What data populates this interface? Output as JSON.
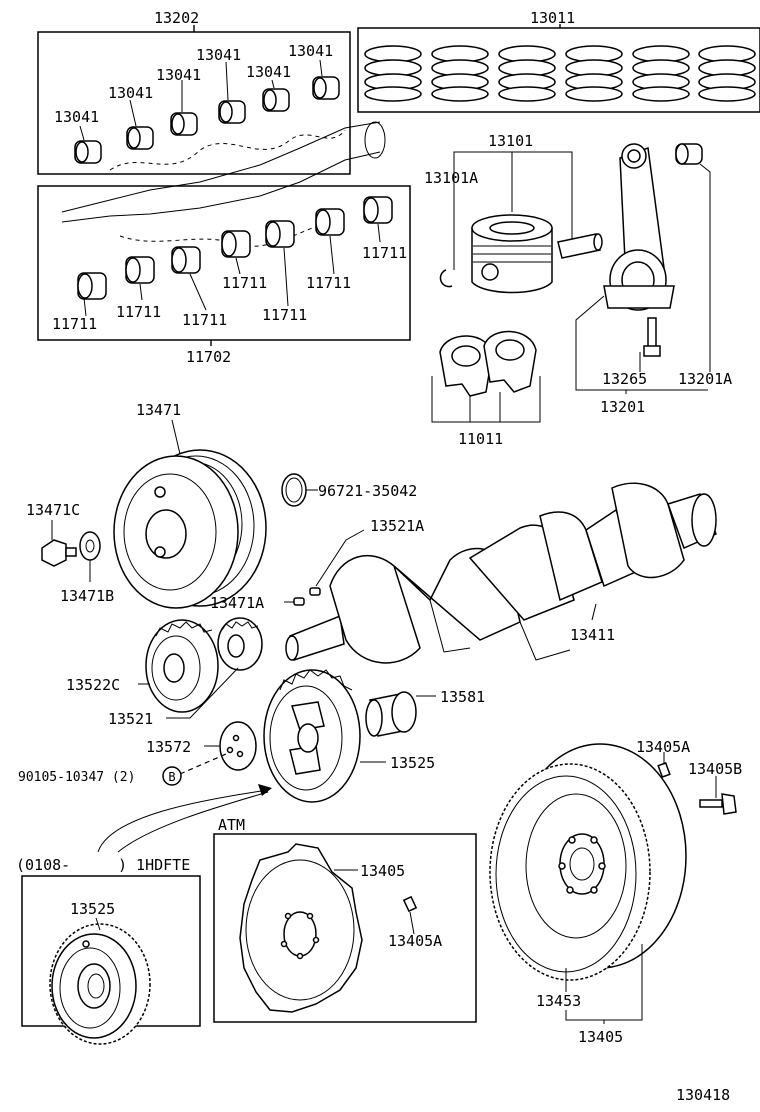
{
  "labels": {
    "crank_bearing_set_upper": "13202",
    "piston_ring_set": "13011",
    "bearing_upper_a": "13041",
    "bearing_upper_b": "13041",
    "bearing_upper_c": "13041",
    "bearing_upper_d": "13041",
    "bearing_upper_e": "13041",
    "bearing_upper_f": "13041",
    "piston_sub_assy": "13101",
    "piston_snap_ring": "13101A",
    "bearing_lower_a": "11711",
    "bearing_lower_b": "11711",
    "bearing_lower_c": "11711",
    "bearing_lower_d": "11711",
    "bearing_lower_e": "11711",
    "bearing_lower_f": "11711",
    "crank_bearing_set_lower": "11702",
    "conrod_bolt": "13265",
    "conrod_bushing": "13201A",
    "conrod_sub_assy": "13201",
    "thrust_washer_set": "11011",
    "crank_pulley": "13471",
    "oring": "96721-35042",
    "pulley_bolt": "13471C",
    "pulley_washer": "13471B",
    "key_a": "13521A",
    "key_b": "13471A",
    "crankshaft": "13411",
    "timing_gear_a": "13522C",
    "timing_gear_b": "13521",
    "pilot_bearing": "13581",
    "gear_plate": "13572",
    "idler_gear": "13525",
    "plate_bolt": "90105-10347 (2)",
    "bolt_ref": "B",
    "serial_range_start": "(0108-",
    "serial_range_end": ") 1HDFTE",
    "inset_gear": "13525",
    "atm_title": "ATM",
    "drive_plate": "13405",
    "drive_plate_pin": "13405A",
    "flywheel_pin": "13405A",
    "flywheel_bolt": "13405B",
    "ring_gear": "13453",
    "flywheel_sub_assy": "13405",
    "diagram_code": "130418"
  }
}
